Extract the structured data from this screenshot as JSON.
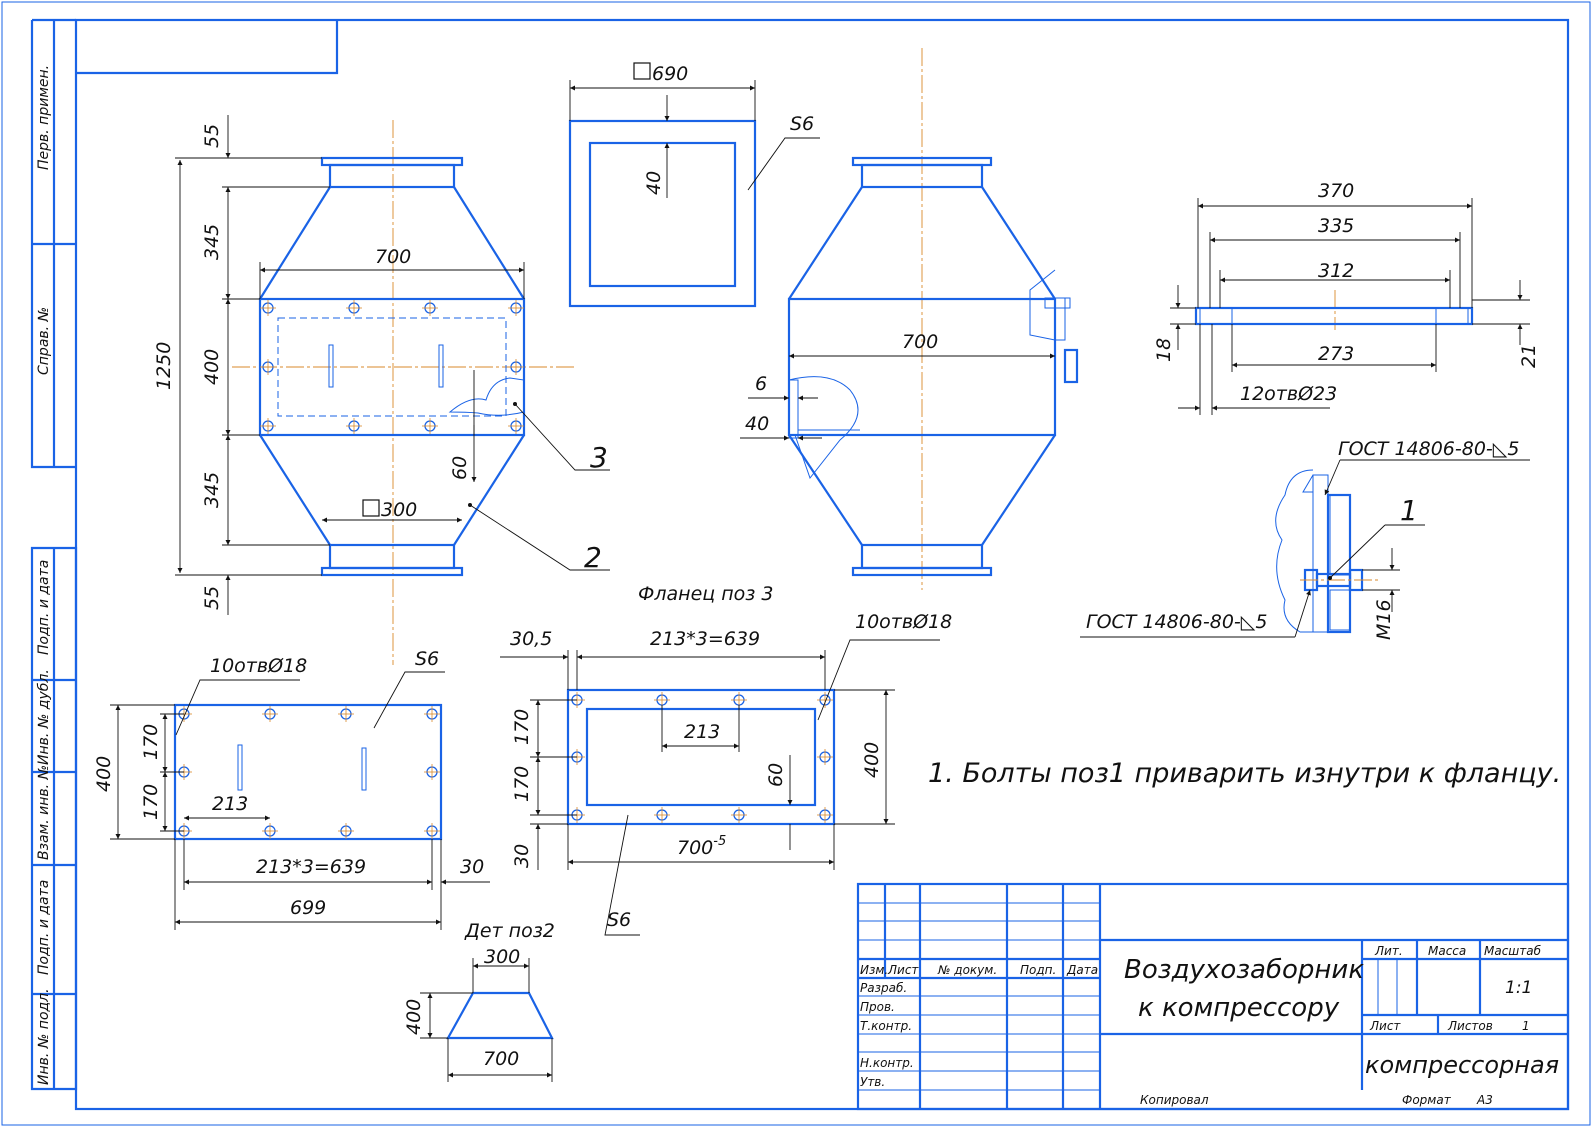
{
  "side_labels": {
    "perv_primen": "Перв. примен.",
    "sprav_no": "Справ. №",
    "podp_data_1": "Подп. и дата",
    "inv_dubl": "Инв. № дубл.",
    "vzam_inv": "Взам. инв. №",
    "podp_data_2": "Подп. и дата",
    "inv_podl": "Инв. № подл."
  },
  "front_view": {
    "dim_55_top": "55",
    "dim_345_top": "345",
    "dim_1250": "1250",
    "dim_400": "400",
    "dim_345_bottom": "345",
    "dim_55_bottom": "55",
    "dim_700": "700",
    "dim_sq300": "300",
    "dim_60": "60",
    "pos_3": "3",
    "pos_2": "2"
  },
  "top_plate": {
    "dim_sq690": "690",
    "dim_40": "40",
    "thickness": "S6"
  },
  "side_view": {
    "dim_700": "700",
    "dim_6": "6",
    "dim_40": "40"
  },
  "round_flange": {
    "dim_370": "370",
    "dim_335": "335",
    "dim_312": "312",
    "dim_273": "273",
    "dim_18": "18",
    "dim_21": "21",
    "holes": "12отвØ23"
  },
  "weld_detail": {
    "gost_top": "ГОСТ 14806-80-◺5",
    "gost_bottom": "ГОСТ 14806-80-◺5",
    "pos_1": "1",
    "bolt": "М16"
  },
  "panel_detail": {
    "holes": "10отвØ18",
    "thickness": "S6",
    "dim_400": "400",
    "dim_170a": "170",
    "dim_170b": "170",
    "dim_213": "213",
    "dim_639": "213*3=639",
    "dim_30": "30",
    "dim_699": "699"
  },
  "flange_pos3": {
    "title": "Фланец поз 3",
    "dim_30_5": "30,5",
    "dim_639": "213*3=639",
    "holes": "10отвØ18",
    "dim_170a": "170",
    "dim_170b": "170",
    "dim_213": "213",
    "dim_60": "60",
    "dim_400": "400",
    "dim_30": "30",
    "dim_700": "700",
    "dim_700_tol": "-5",
    "thickness": "S6"
  },
  "part_pos2": {
    "title": "Дет поз2",
    "dim_300": "300",
    "dim_400": "400",
    "dim_700": "700"
  },
  "note": "1. Болты поз1 приварить изнутри к фланцу.",
  "title_block": {
    "col_izm": "Изм.",
    "col_list": "Лист",
    "col_doc": "№ докум.",
    "col_podp": "Подп.",
    "col_data": "Дата",
    "row_razrab": "Разраб.",
    "row_prov": "Пров.",
    "row_tkontr": "Т.контр.",
    "row_nkontr": "Н.контр.",
    "row_utv": "Утв.",
    "title_line1": "Воздухозаборник",
    "title_line2": "к компрессору",
    "lit": "Лит.",
    "massa": "Масса",
    "masshtab": "Масштаб",
    "scale_value": "1:1",
    "list": "Лист",
    "listov": "Листов",
    "listov_value": "1",
    "organization": "компрессорная",
    "kopiroval": "Копировал",
    "format": "Формат",
    "format_value": "А3"
  }
}
